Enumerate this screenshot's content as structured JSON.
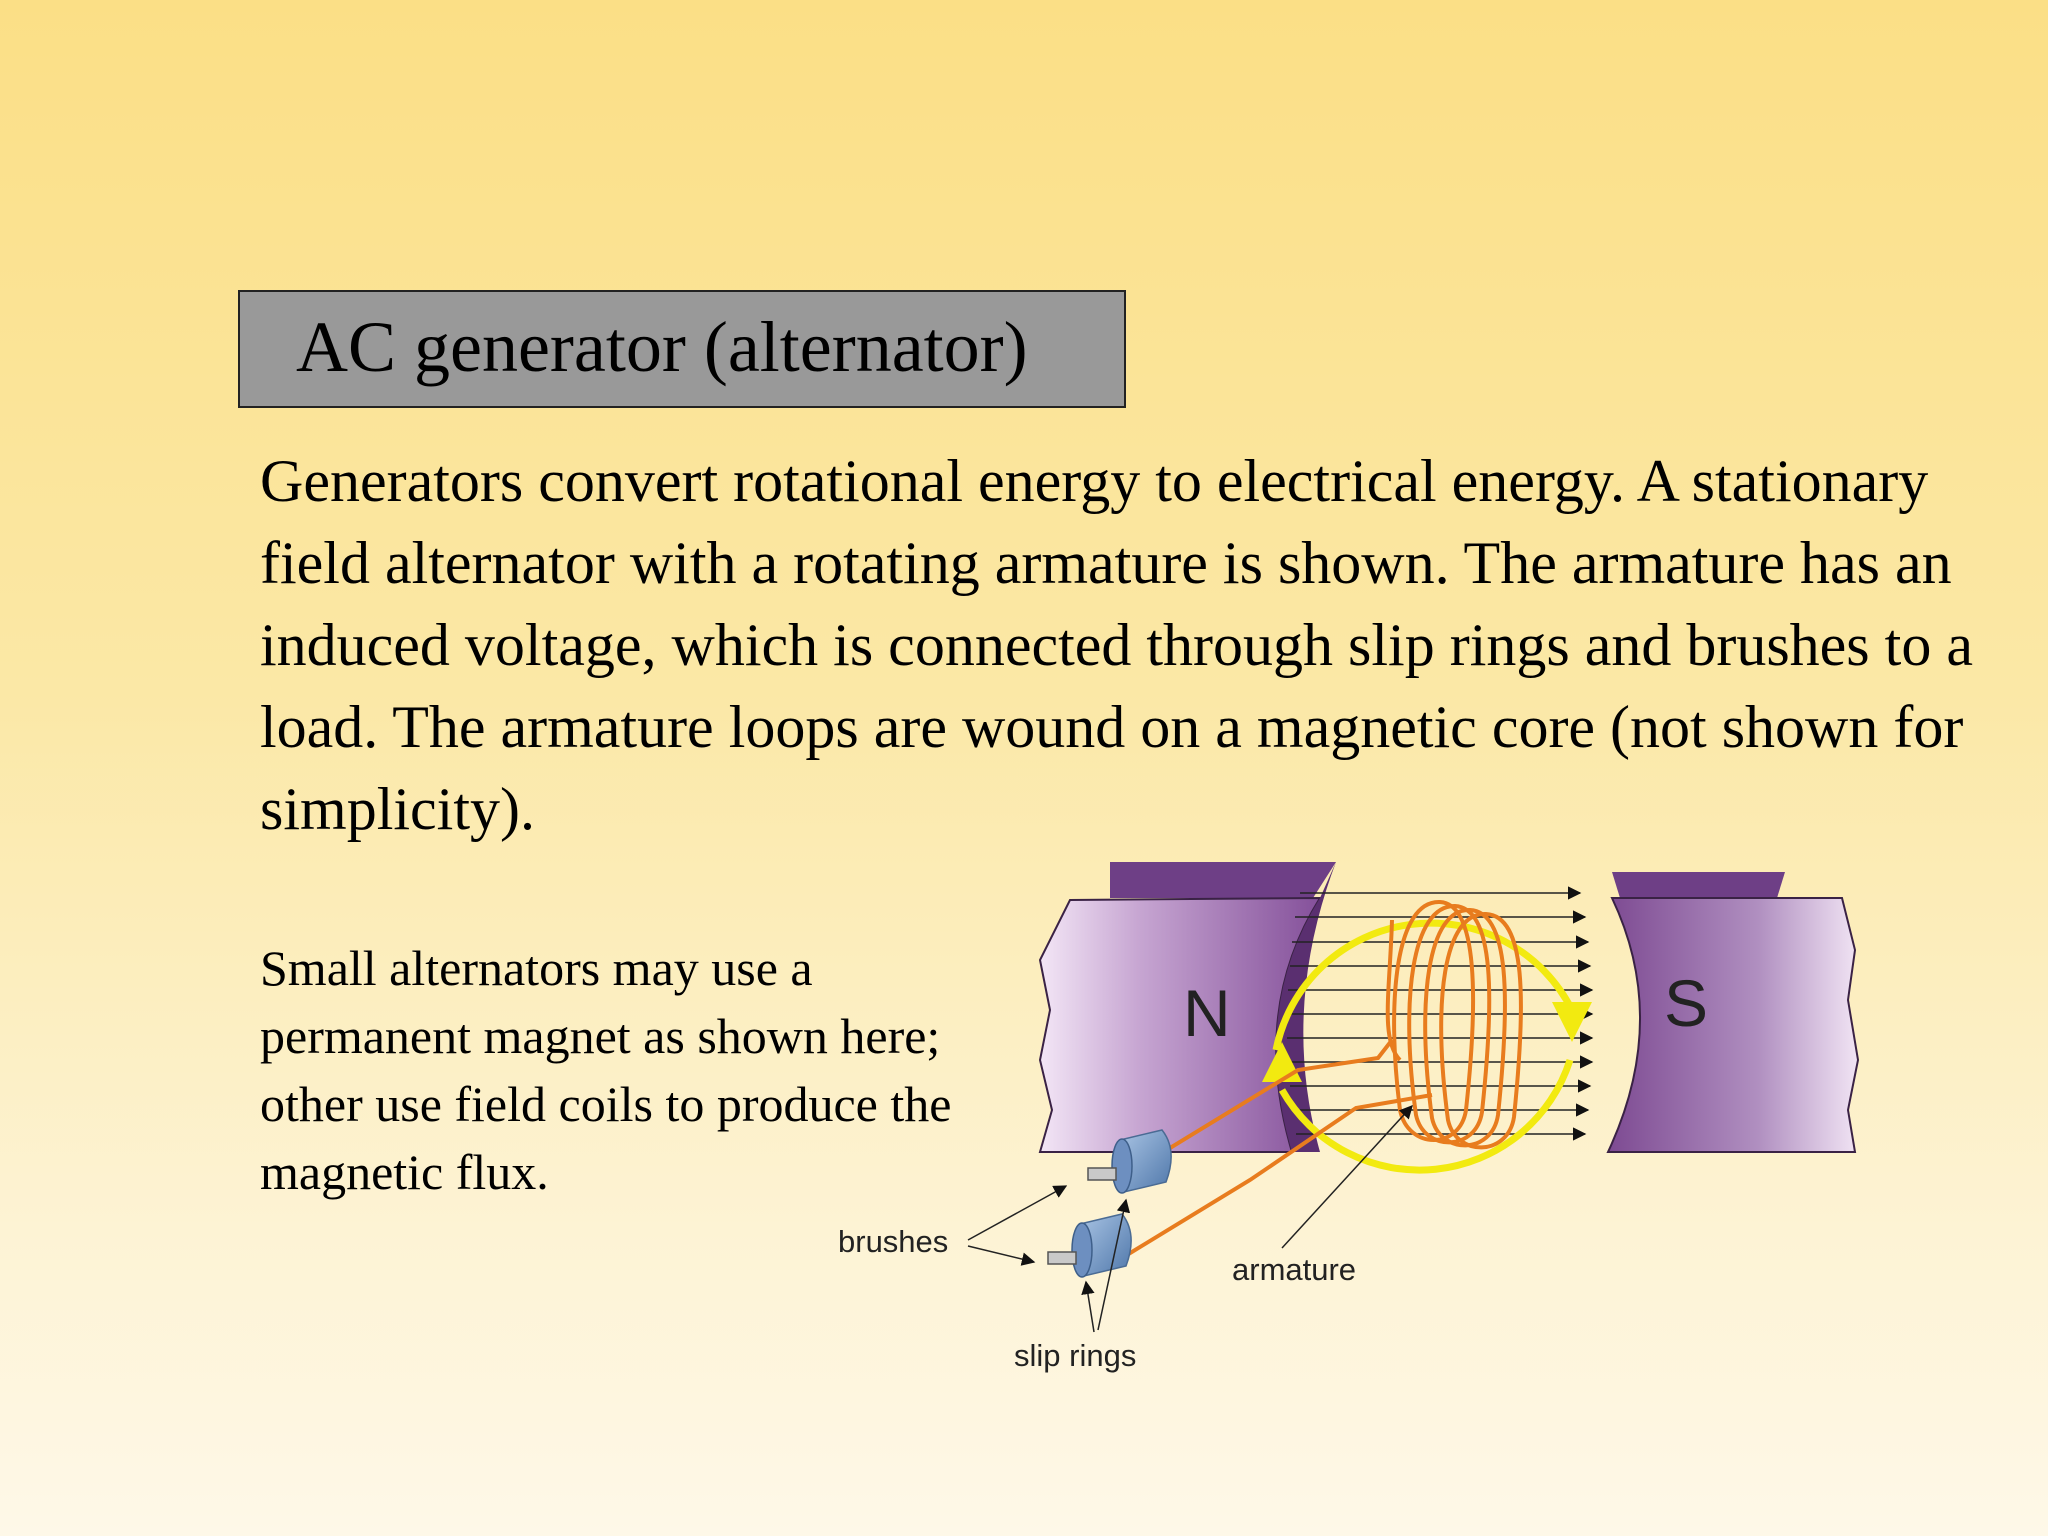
{
  "title": "AC generator (alternator)",
  "body": "Generators convert rotational energy to electrical energy.  A stationary field alternator with a rotating armature is shown. The armature has an induced voltage, which is connected through slip rings and brushes to a load. The armature loops are wound on a magnetic core (not shown for simplicity).",
  "side_note": "Small alternators may use a permanent magnet as shown here; other use field coils to produce the magnetic flux.",
  "diagram": {
    "north_label": "N",
    "south_label": "S",
    "brushes_label": "brushes",
    "armature_label": "armature",
    "slip_rings_label": "slip rings",
    "colors": {
      "magnet": "#8d5a9c",
      "coil": "#e87c1e",
      "rotation_arrow": "#f2ea10"
    }
  }
}
